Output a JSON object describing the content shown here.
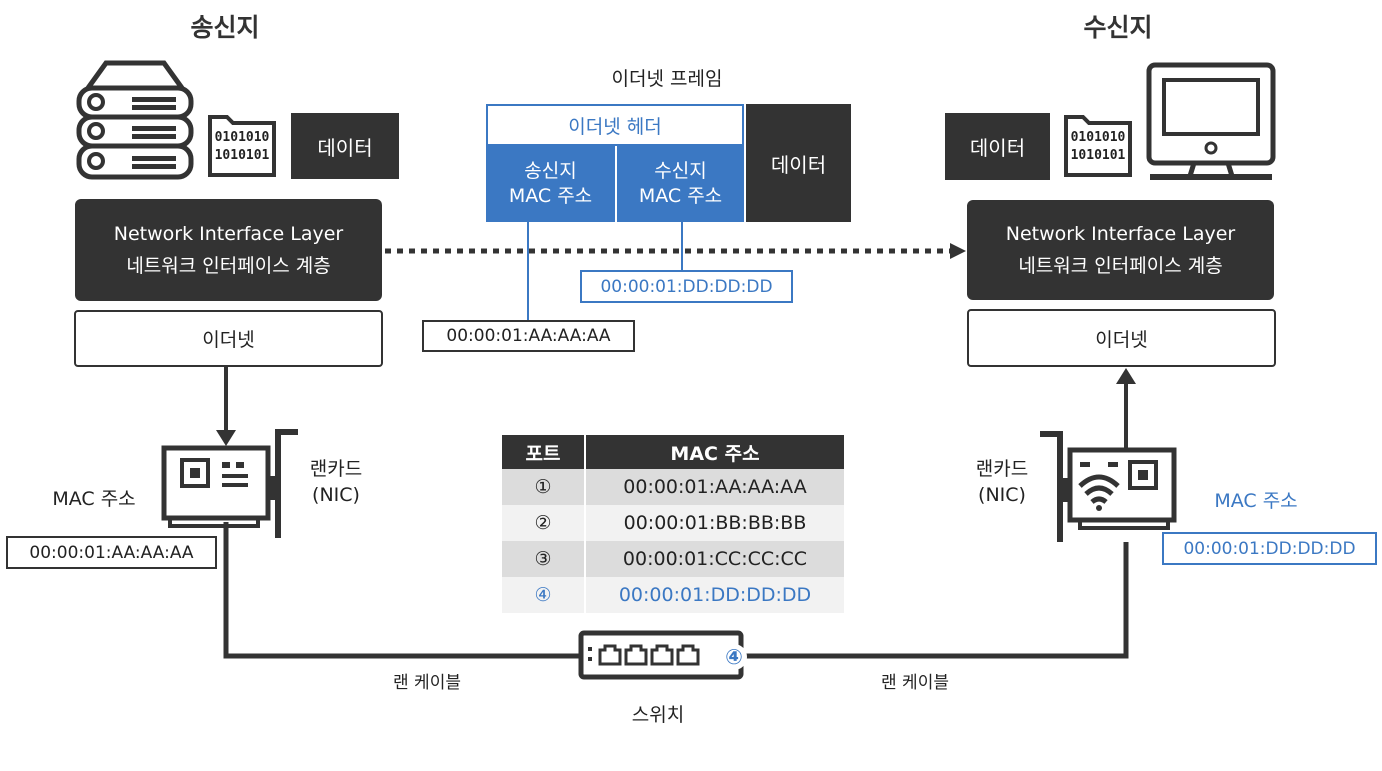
{
  "sender": {
    "title": "송신지",
    "data_label": "데이터",
    "binary_top": "0101010",
    "binary_bottom": "1010101",
    "layer_en": "Network Interface Layer",
    "layer_ko": "네트워크 인터페이스 계층",
    "ethernet": "이더넷",
    "nic_label_1": "랜카드",
    "nic_label_2": "(NIC)",
    "mac_label": "MAC 주소",
    "mac_value": "00:00:01:AA:AA:AA"
  },
  "receiver": {
    "title": "수신지",
    "data_label": "데이터",
    "binary_top": "0101010",
    "binary_bottom": "1010101",
    "layer_en": "Network Interface Layer",
    "layer_ko": "네트워크 인터페이스 계층",
    "ethernet": "이더넷",
    "nic_label_1": "랜카드",
    "nic_label_2": "(NIC)",
    "mac_label": "MAC 주소",
    "mac_value": "00:00:01:DD:DD:DD"
  },
  "frame": {
    "title": "이더넷 프레임",
    "header": "이더넷 헤더",
    "src_line1": "송신지",
    "src_line2": "MAC 주소",
    "dst_line1": "수신지",
    "dst_line2": "MAC 주소",
    "data": "데이터",
    "src_mac": "00:00:01:AA:AA:AA",
    "dst_mac": "00:00:01:DD:DD:DD"
  },
  "table": {
    "headers": [
      "포트",
      "MAC 주소"
    ],
    "rows": [
      {
        "port": "①",
        "mac": "00:00:01:AA:AA:AA"
      },
      {
        "port": "②",
        "mac": "00:00:01:BB:BB:BB"
      },
      {
        "port": "③",
        "mac": "00:00:01:CC:CC:CC"
      },
      {
        "port": "④",
        "mac": "00:00:01:DD:DD:DD"
      }
    ]
  },
  "cable_left": "랜 케이블",
  "cable_right": "랜 케이블",
  "switch_label": "스위치",
  "switch_port": "④",
  "colors": {
    "dark": "#333333",
    "accent": "#3b78c3",
    "row_odd": "#dcdcdc",
    "row_even": "#f2f2f2"
  }
}
